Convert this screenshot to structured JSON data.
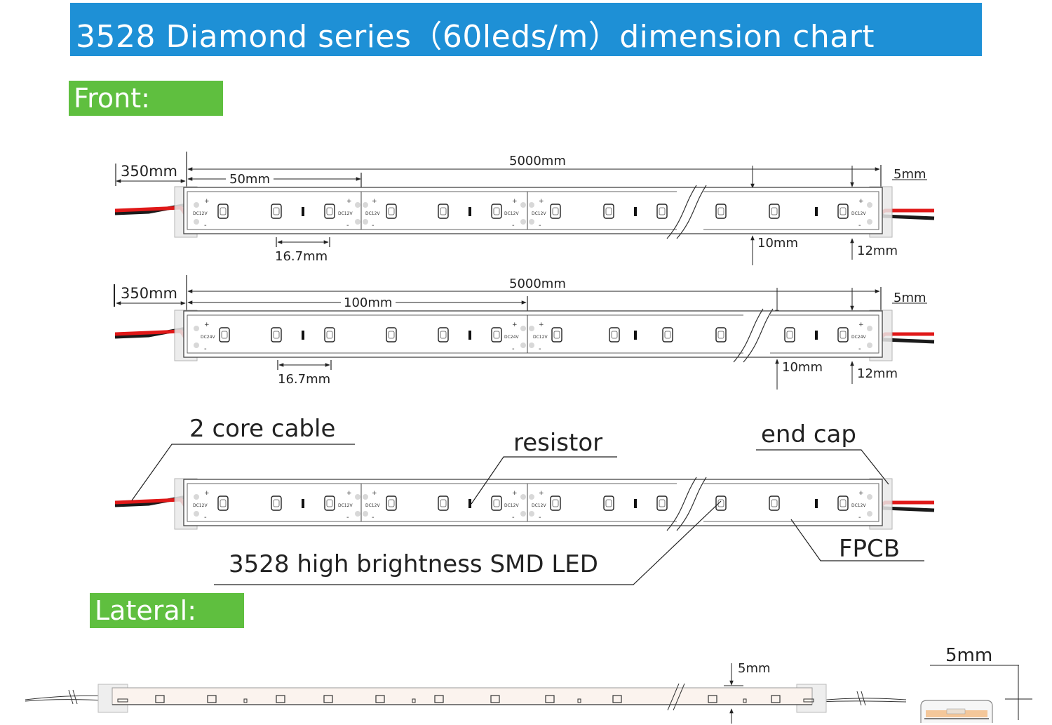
{
  "header": {
    "title": "3528 Diamond series（60leds/m）dimension chart"
  },
  "sections": {
    "front": "Front:",
    "lateral": "Lateral:"
  },
  "strip1": {
    "lead": "350mm",
    "total": "5000mm",
    "cut": "50mm",
    "edge": "5mm",
    "pitch": "16.7mm",
    "pcb_width": "10mm",
    "width": "12mm",
    "pad_label": "DC12V",
    "plus": "+",
    "minus": "-"
  },
  "strip2": {
    "lead": "350mm",
    "total": "5000mm",
    "cut": "100mm",
    "edge": "5mm",
    "pitch": "16.7mm",
    "pcb_width": "10mm",
    "width": "12mm",
    "pad_label": "DC24V",
    "pad_label_mid": "DC12V",
    "plus": "+",
    "minus": "-"
  },
  "callouts": {
    "cable": "2 core cable",
    "resistor": "resistor",
    "end_cap": "end cap",
    "led": "3528 high brightness SMD LED",
    "fpcb": "FPCB"
  },
  "lateral": {
    "thickness": "5mm",
    "height": "5mm"
  },
  "colors": {
    "title_bg": "#1e90d6",
    "section_bg": "#5fbf3f",
    "wire_red": "#e01818",
    "wire_black": "#1a1a1a"
  }
}
